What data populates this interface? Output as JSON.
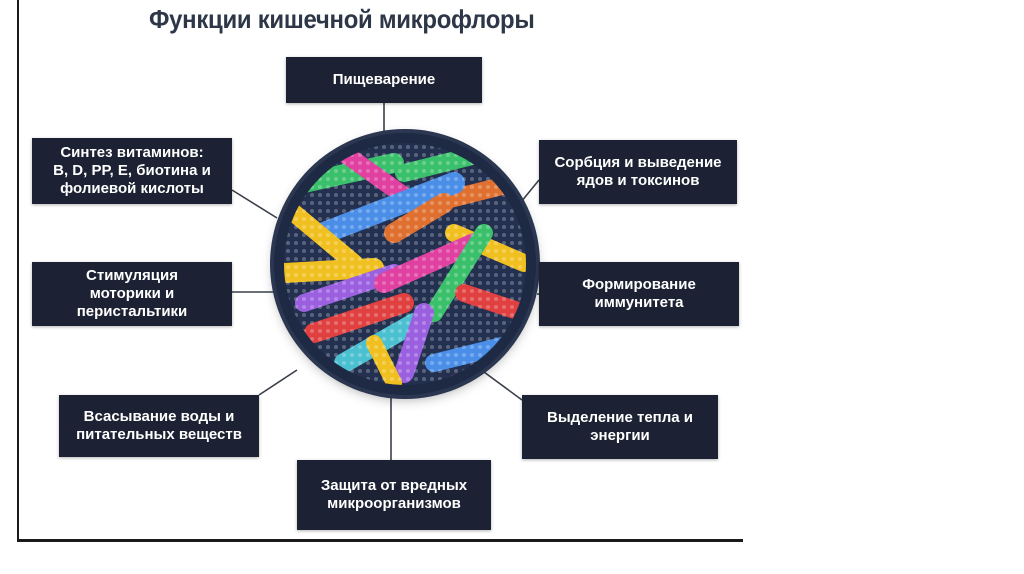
{
  "title": "Функции кишечной микрофлоры",
  "center_image": "intestinal-bacteria-illustration",
  "colors": {
    "box_bg": "#1c2233",
    "box_text": "#ffffff",
    "title": "#2d3748",
    "connector": "#3a3f4a"
  },
  "functions": [
    {
      "label": "Пищеварение"
    },
    {
      "label": "Синтез витаминов:\nB, D, PP, E, биотина и\nфолиевой кислоты"
    },
    {
      "label": "Сорбция и выведение\nядов и токсинов"
    },
    {
      "label": "Стимуляция\nмоторики и\nперистальтики"
    },
    {
      "label": "Формирование\nиммунитета"
    },
    {
      "label": "Всасывание воды и\nпитательных веществ"
    },
    {
      "label": "Выделение тепла и\nэнергии"
    },
    {
      "label": "Защита от вредных\nмикроорганизмов"
    }
  ]
}
